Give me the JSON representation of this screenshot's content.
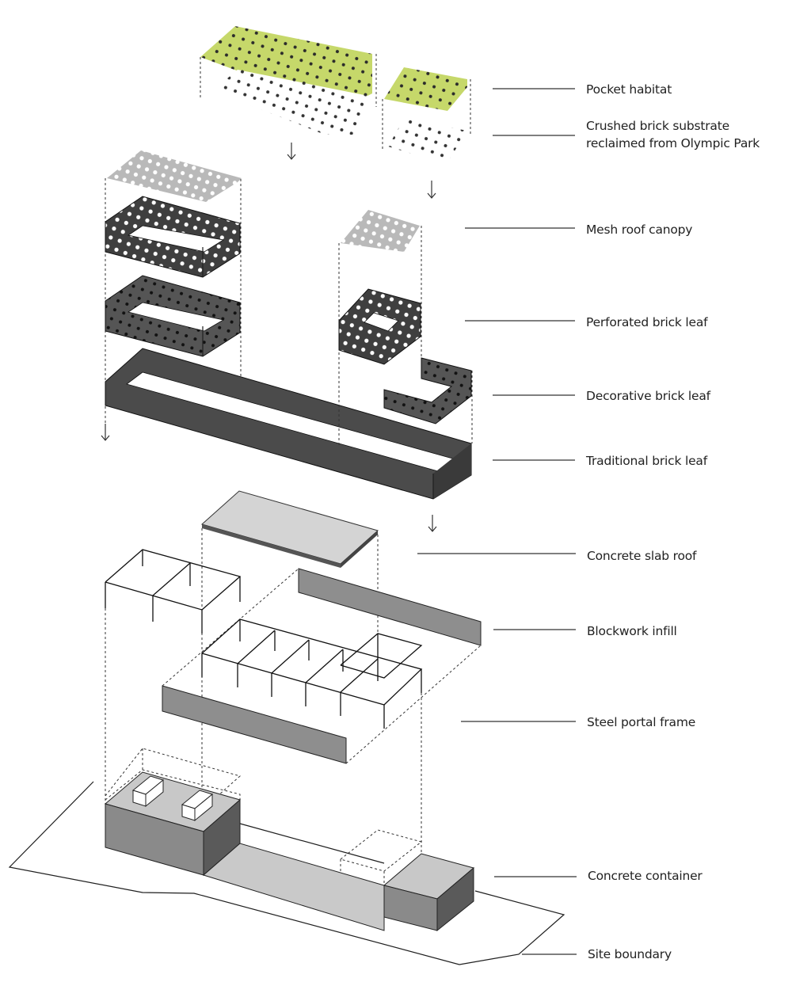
{
  "title": "Exploded axonometric of layered construction",
  "colors": {
    "habitat_green": "#c6d86a",
    "mesh_grey": "#b9b9b9",
    "perforated_dark": "#3f3f3f",
    "decorative_dark": "#555555",
    "traditional_dark": "#4b4b4b",
    "slab_light": "#d4d4d4",
    "blockwork_grey": "#8e8e8e",
    "container_top": "#c8c8c8",
    "container_side": "#8a8a8a",
    "container_dark": "#5a5a5a"
  },
  "labels": [
    {
      "id": "pocket-habitat",
      "lines": [
        "Pocket habitat"
      ]
    },
    {
      "id": "crushed-brick-substrate",
      "lines": [
        "Crushed brick substrate",
        "reclaimed from Olympic Park"
      ]
    },
    {
      "id": "mesh-roof-canopy",
      "lines": [
        "Mesh roof canopy"
      ]
    },
    {
      "id": "perforated-brick-leaf",
      "lines": [
        "Perforated brick leaf"
      ]
    },
    {
      "id": "decorative-brick-leaf",
      "lines": [
        "Decorative brick leaf"
      ]
    },
    {
      "id": "traditional-brick-leaf",
      "lines": [
        "Traditional brick leaf"
      ]
    },
    {
      "id": "concrete-slab-roof",
      "lines": [
        "Concrete slab roof"
      ]
    },
    {
      "id": "blockwork-infill",
      "lines": [
        "Blockwork infill"
      ]
    },
    {
      "id": "steel-portal-frame",
      "lines": [
        "Steel portal frame"
      ]
    },
    {
      "id": "concrete-container",
      "lines": [
        "Concrete container"
      ]
    },
    {
      "id": "site-boundary",
      "lines": [
        "Site boundary"
      ]
    }
  ],
  "arrows": [
    "down-arrow",
    "down-arrow",
    "down-arrow",
    "down-arrow"
  ]
}
